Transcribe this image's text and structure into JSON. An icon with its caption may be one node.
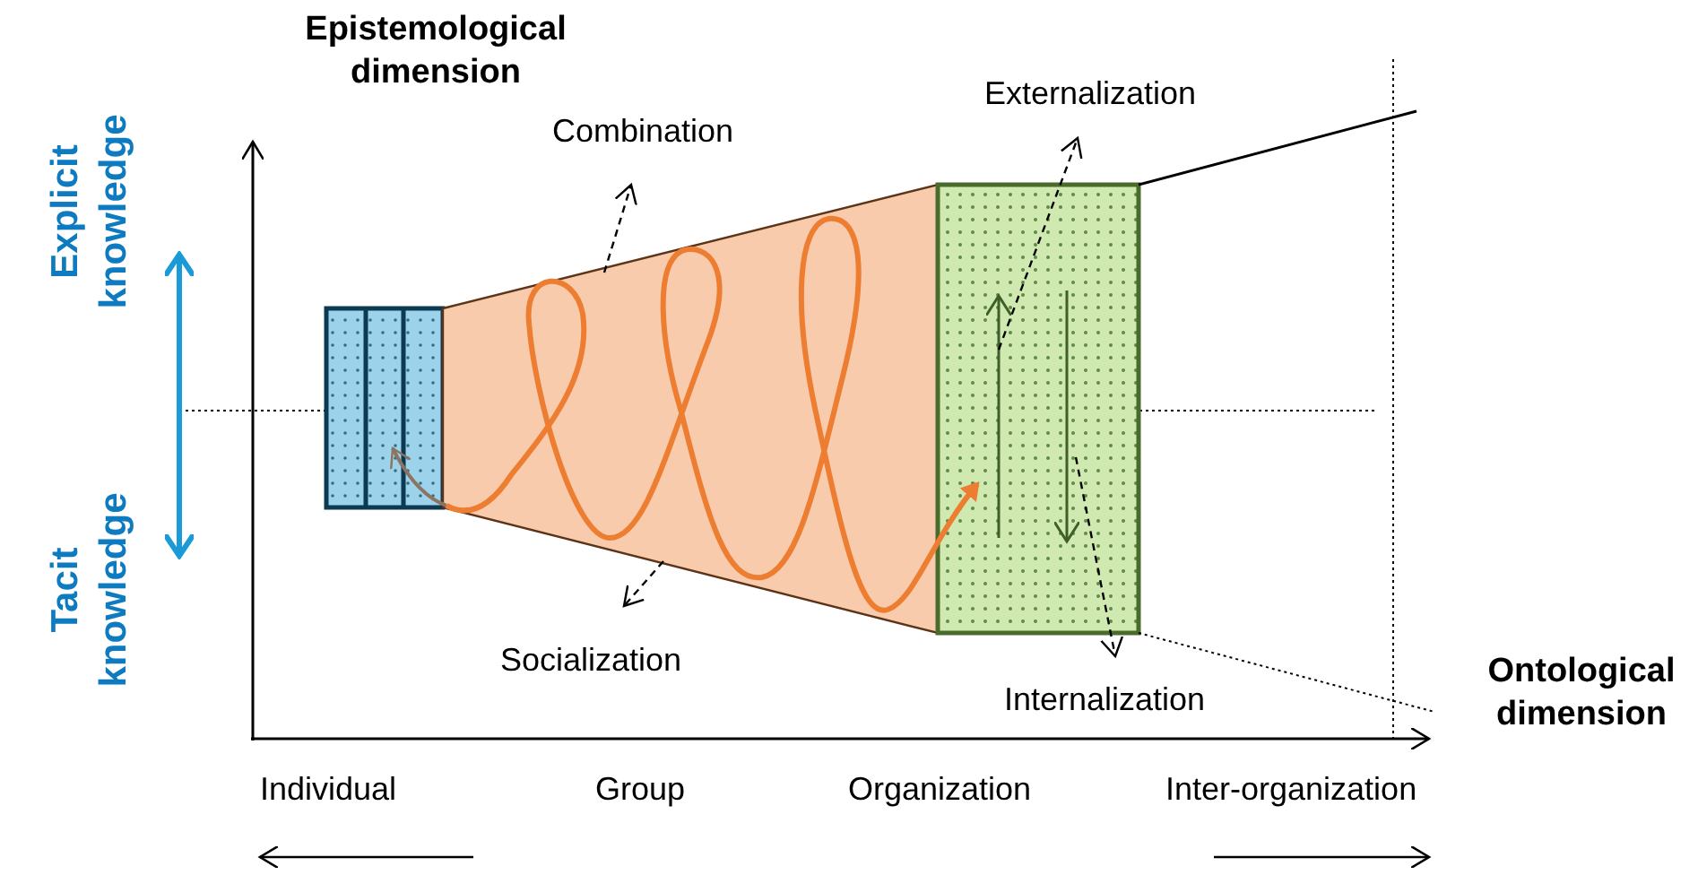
{
  "diagram": {
    "nodes": [
      {
        "text": [
          "Combination"
        ]
      },
      {
        "text": [
          "Externalization"
        ]
      },
      {
        "text": [],
        "shape": "box"
      },
      {
        "text": [],
        "shape": "trapezoid"
      },
      {
        "text": [],
        "shape": "box"
      },
      {
        "text": [
          "Socialization"
        ]
      },
      {
        "text": [
          "Internalization"
        ]
      }
    ],
    "edges": [
      {
        "from": 3,
        "to": 0,
        "arrow": "to",
        "style": "dashed"
      },
      {
        "from": 4,
        "to": 1,
        "arrow": "to",
        "style": "dashed"
      },
      {
        "from": 3,
        "to": 5,
        "arrow": "to",
        "style": "dashed"
      },
      {
        "from": 4,
        "to": 6,
        "arrow": "to",
        "style": "dashed"
      },
      {
        "from": 3,
        "to": 2,
        "arrow": "to",
        "color": "#8c7460"
      },
      {
        "from": 3,
        "to": 4,
        "arrow": "to",
        "style": "thick",
        "color": "#ed7d31"
      }
    ],
    "labels": [
      "Epistemological dimension",
      "Explicit knowledge",
      "Tacit knowledge",
      "Ontological dimension",
      "Individual",
      "Group",
      "Organization",
      "Inter-organization"
    ]
  }
}
